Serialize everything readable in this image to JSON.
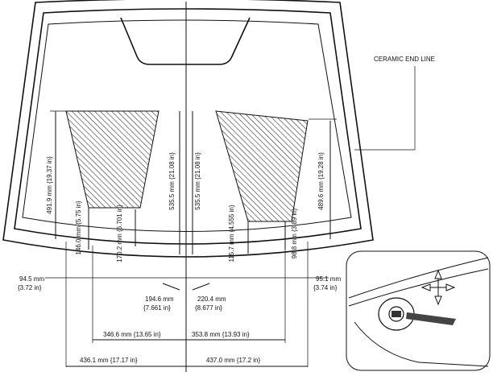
{
  "labels": {
    "ceramic_end_line": "CERAMIC END LINE",
    "left_zone_height": "491.9 mm {19.37 in}",
    "left_zone_bottom_gap": "146.0 mm {5.75 in}",
    "left_inner_height": "170.2 mm {6.701 in}",
    "center_left_height": "535.5 mm {21.08 in}",
    "center_right_height": "535.5 mm {21.08 in}",
    "right_inner_height": "115.7 mm {4.555 in}",
    "right_zone_bottom_gap": "98.8 mm {3.89 in}",
    "right_zone_height": "489.6 mm {19.28 in}",
    "left_side_offset_mm": "94.5 mm",
    "left_side_offset_in": "{3.72 in}",
    "right_side_offset_mm": "95.1 mm",
    "right_side_offset_in": "{3.74 in}",
    "left_center_gap_mm": "194.6 mm",
    "left_center_gap_in": "{7.661 in}",
    "right_center_gap_mm": "220.4 mm",
    "right_center_gap_in": "{8.677 in}",
    "left_inner_width": "346.6 mm {13.65 in}",
    "right_inner_width": "353.8 mm {13.93 in}",
    "left_outer_width": "436.1 mm {17.17 in}",
    "right_outer_width": "437.0 mm {17.2 in}"
  }
}
